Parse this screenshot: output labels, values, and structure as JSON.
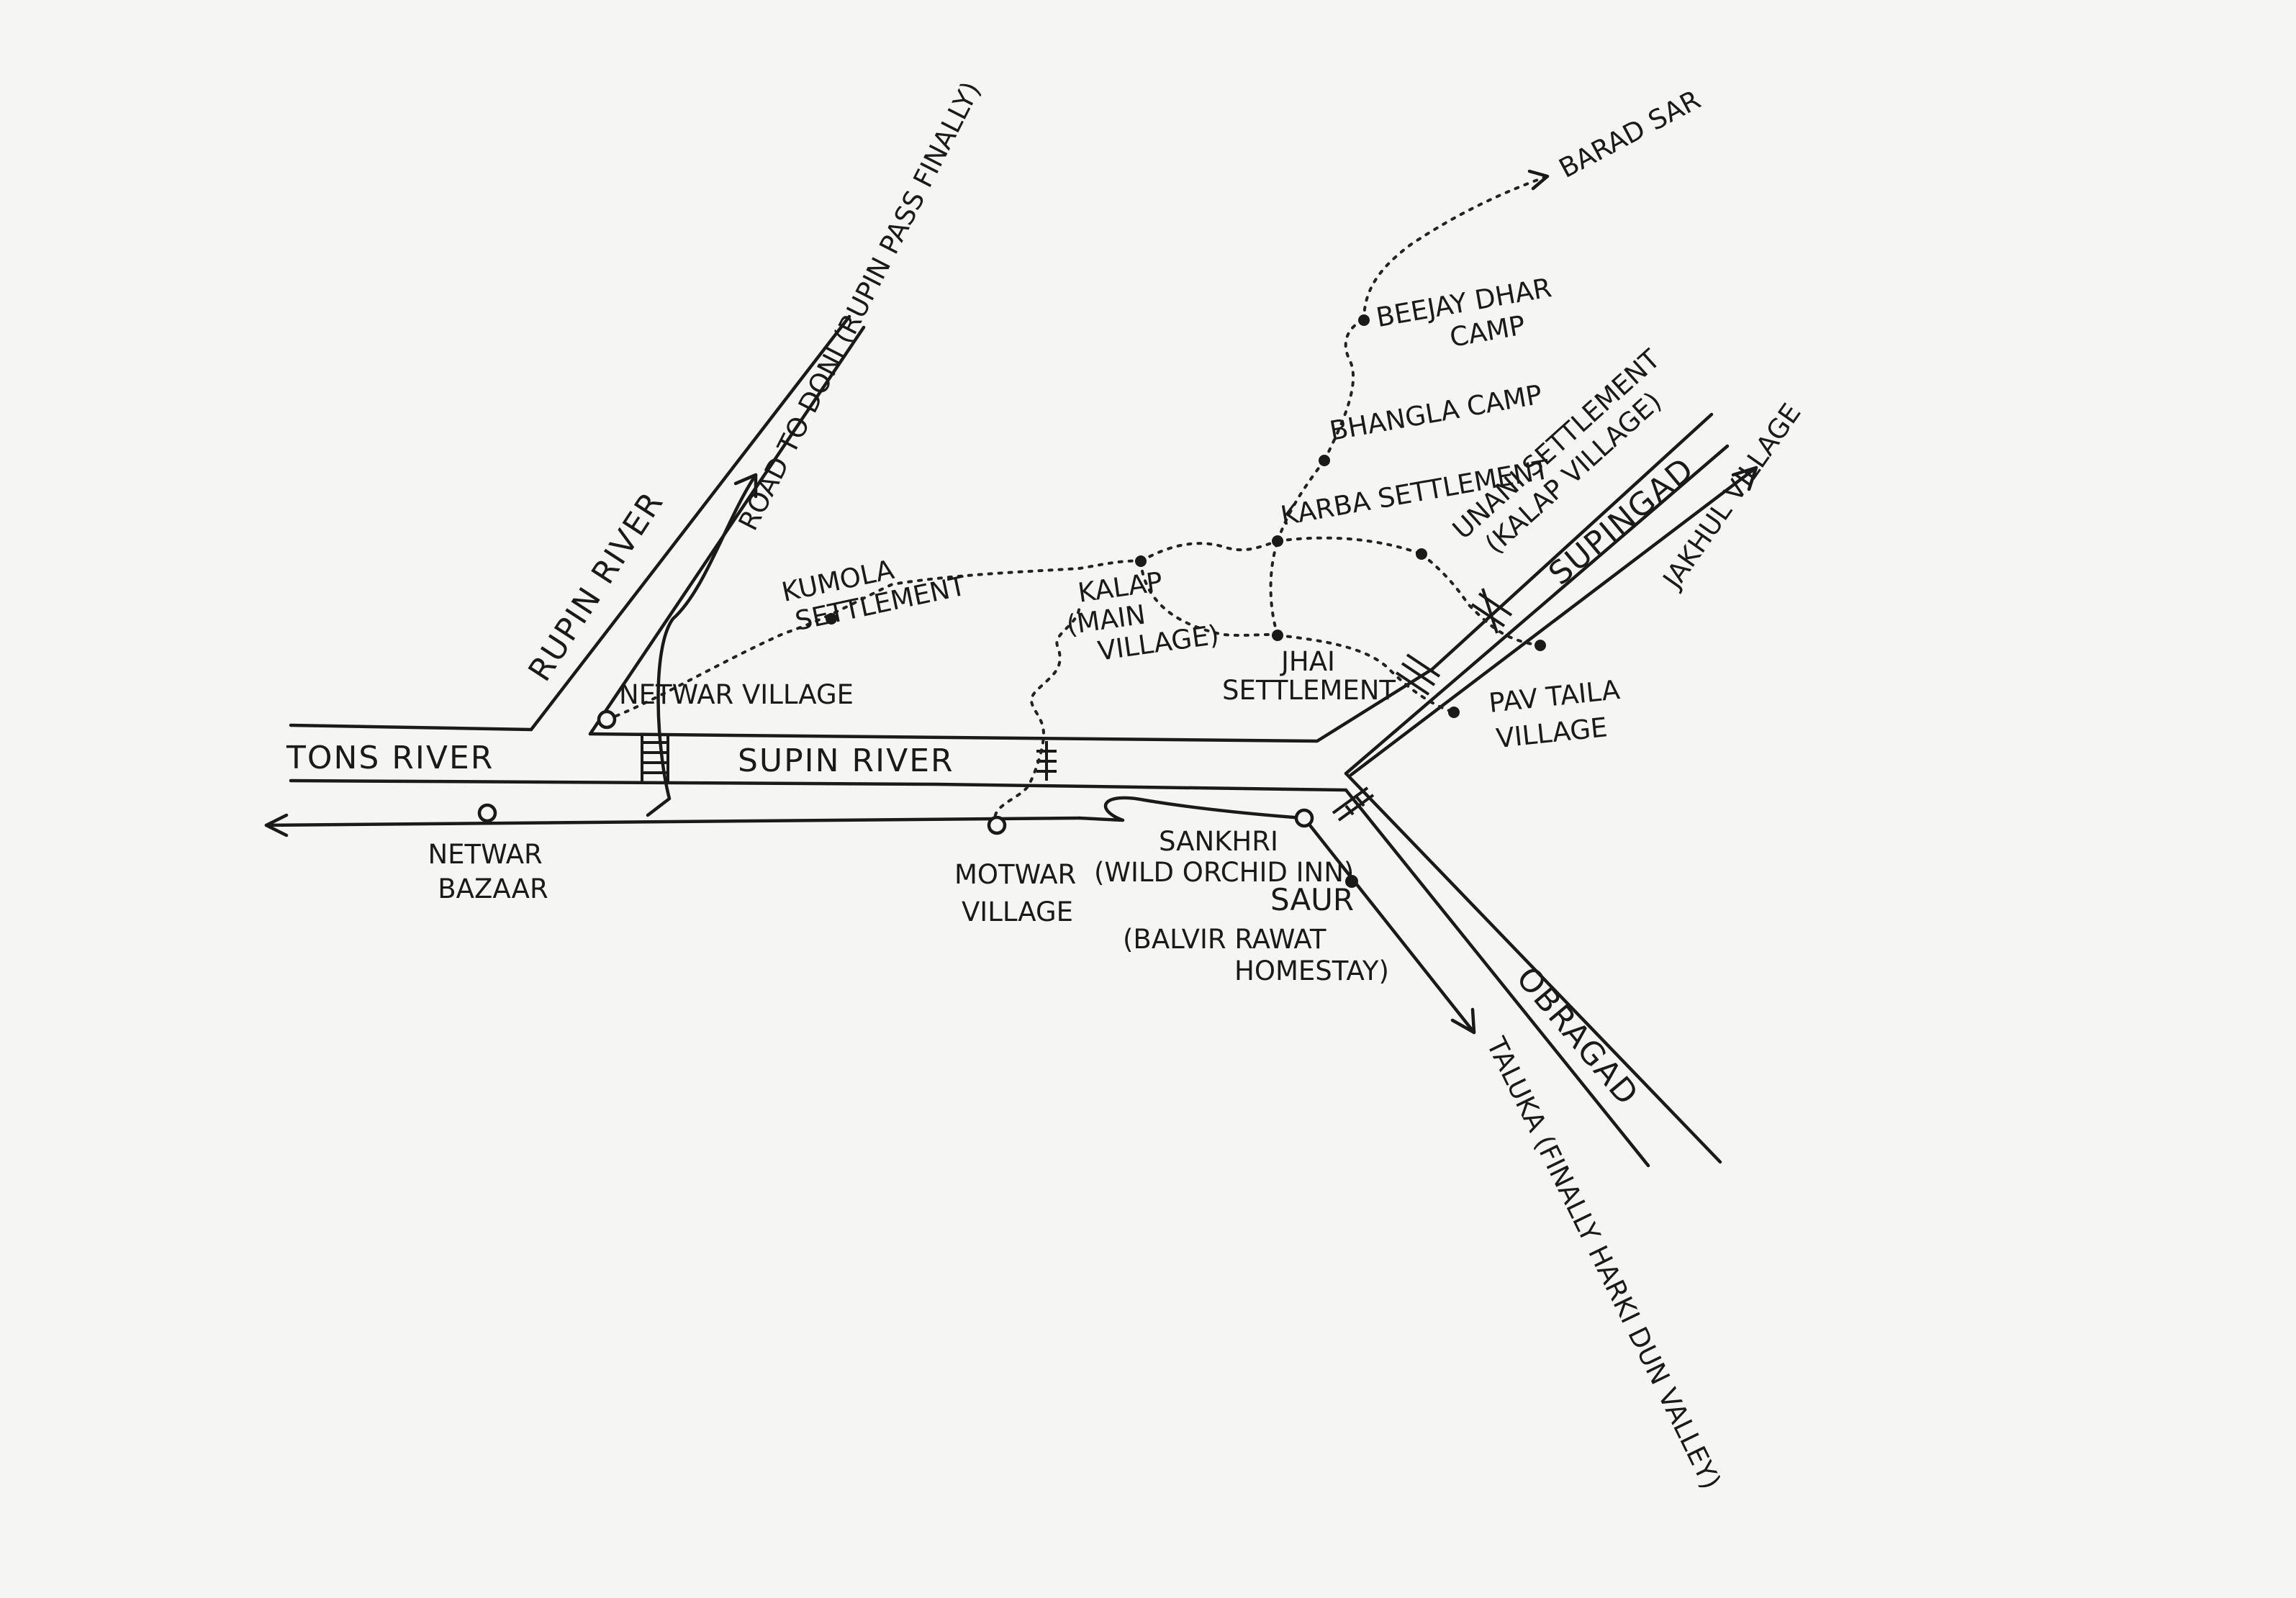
{
  "rivers": {
    "tons": "TONS RIVER",
    "supin": "SUPIN RIVER",
    "rupin": "RUPIN RIVER",
    "supingad": "SUPINGAD",
    "obragad": "OBRAGAD"
  },
  "roads": {
    "doni": "ROAD TO DONI (RUPIN PASS FINALLY)",
    "taluka": "TALUKA (FINALLY HARKI DUN VALLEY)",
    "jakhul": "JAKHUL VILLAGE",
    "barad_sar": "BARAD SAR"
  },
  "places": {
    "netwar_bazaar": [
      "NETWAR",
      "BAZAAR"
    ],
    "netwar_village": "NETWAR VILLAGE",
    "kumola": [
      "KUMOLA",
      "SETTLEMENT"
    ],
    "kalap": [
      "KALAP",
      "(MAIN",
      "VILLAGE)"
    ],
    "motwar": [
      "MOTWAR",
      "VILLAGE"
    ],
    "sankhri": [
      "SANKHRI",
      "(WILD ORCHID INN)"
    ],
    "saur": [
      "SAUR",
      "(BALVIR RAWAT",
      "HOMESTAY)"
    ],
    "jhai": [
      "JHAI",
      "SETTLEMENT"
    ],
    "karba": "KARBA SETTLEMENT",
    "unani": [
      "UNANI SETTLEMENT",
      "(KALAP VILLAGE)"
    ],
    "bhangla": "BHANGLA CAMP",
    "beejay": [
      "BEEJAY DHAR",
      "CAMP"
    ],
    "pav_taila": [
      "PAV TAILA",
      "VILLAGE"
    ]
  }
}
